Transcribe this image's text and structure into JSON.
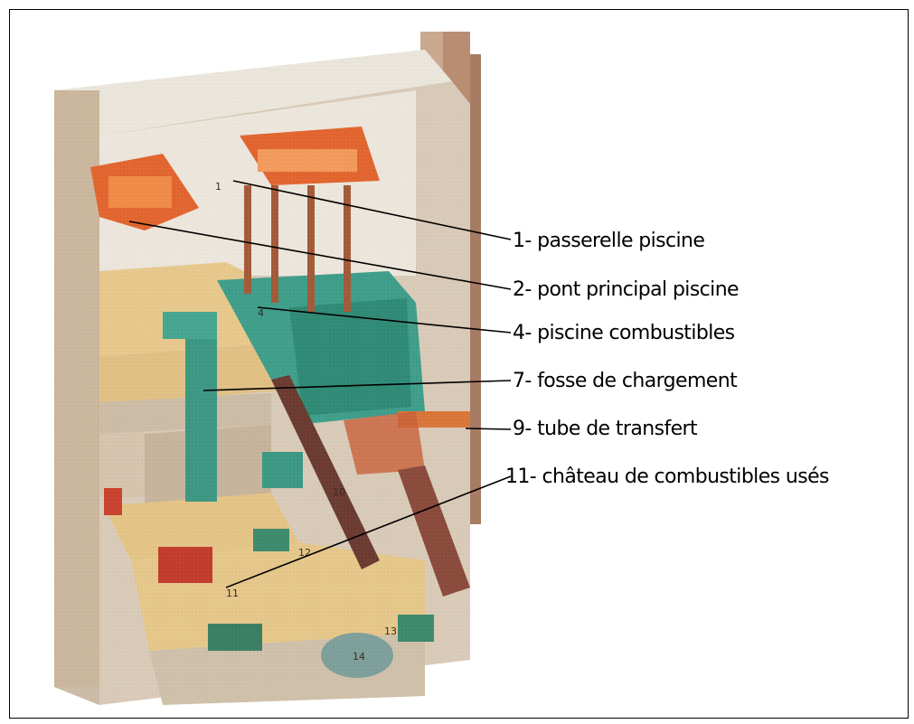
{
  "diagram": {
    "labels": [
      {
        "id": "l1",
        "text": "1- passerelle piscine"
      },
      {
        "id": "l2",
        "text": "2- pont principal piscine"
      },
      {
        "id": "l4",
        "text": "4- piscine combustibles"
      },
      {
        "id": "l7",
        "text": "7- fosse de chargement"
      },
      {
        "id": "l9",
        "text": "9- tube de transfert"
      },
      {
        "id": "l11",
        "text": "11- château de combustibles usés"
      }
    ],
    "numbers_on_drawing": [
      "1",
      "4",
      "10",
      "11",
      "12",
      "13",
      "14"
    ],
    "colors": {
      "wall": "#d9cbb8",
      "floor": "#e8c98a",
      "water": "#3f9e8a",
      "crane": "#e2652f",
      "roof": "#e6e1d6"
    }
  }
}
